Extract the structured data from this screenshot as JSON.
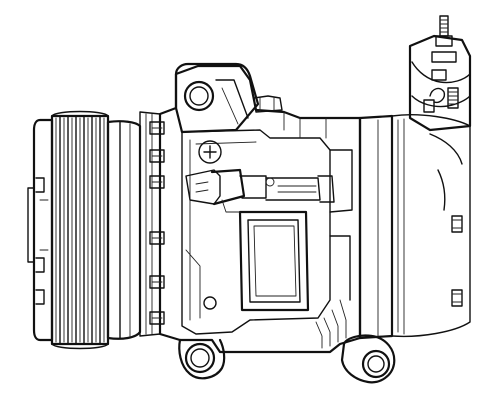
{
  "figure": {
    "subject": "ac-compressor-line-drawing",
    "colors": {
      "line": "#111111",
      "background": "#ffffff"
    },
    "parts": [
      {
        "id": "pulley",
        "icon": "pulley-icon"
      },
      {
        "id": "compressor-body",
        "icon": "housing-icon"
      },
      {
        "id": "top-mounting-ear",
        "icon": "mounting-ear-icon"
      },
      {
        "id": "bottom-left-mounting-ear",
        "icon": "mounting-ear-icon"
      },
      {
        "id": "bottom-right-mounting-ear",
        "icon": "mounting-ear-icon"
      },
      {
        "id": "electrical-connector",
        "icon": "connector-icon"
      },
      {
        "id": "service-ports",
        "icon": "valve-icon"
      },
      {
        "id": "rear-head",
        "icon": "rear-head-icon"
      }
    ]
  }
}
